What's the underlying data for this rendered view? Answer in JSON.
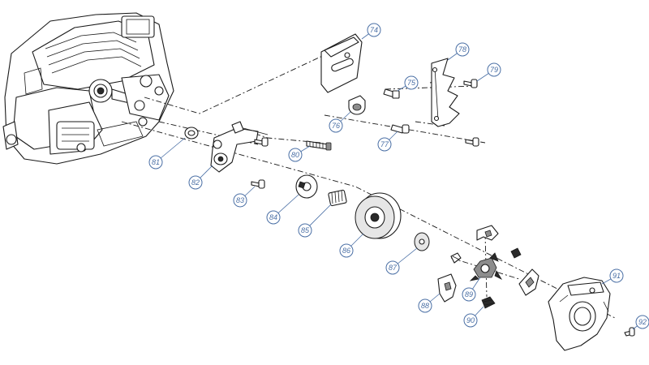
{
  "diagram": {
    "parts": [
      {
        "id": "p74",
        "label": "74",
        "icon": "chain-guide-plate"
      },
      {
        "id": "p75",
        "label": "75",
        "icon": "bolt"
      },
      {
        "id": "p76",
        "label": "76",
        "icon": "bushing"
      },
      {
        "id": "p77",
        "label": "77",
        "icon": "bolt"
      },
      {
        "id": "p78",
        "label": "78",
        "icon": "spike-bumper"
      },
      {
        "id": "p79",
        "label": "79",
        "icon": "screw"
      },
      {
        "id": "p80",
        "label": "80",
        "icon": "worm-gear"
      },
      {
        "id": "p81",
        "label": "81",
        "icon": "washer"
      },
      {
        "id": "p82",
        "label": "82",
        "icon": "oil-pump"
      },
      {
        "id": "p83",
        "label": "83",
        "icon": "screw"
      },
      {
        "id": "p84",
        "label": "84",
        "icon": "drive-plate"
      },
      {
        "id": "p85",
        "label": "85",
        "icon": "needle-bearing"
      },
      {
        "id": "p86",
        "label": "86",
        "icon": "clutch-drum"
      },
      {
        "id": "p87",
        "label": "87",
        "icon": "washer"
      },
      {
        "id": "p88",
        "label": "88",
        "icon": "clutch-shoe"
      },
      {
        "id": "p89",
        "label": "89",
        "icon": "clutch-hub"
      },
      {
        "id": "p90",
        "label": "90",
        "icon": "spring"
      },
      {
        "id": "p91",
        "label": "91",
        "icon": "clutch-cover"
      },
      {
        "id": "p92",
        "label": "92",
        "icon": "screw"
      }
    ]
  }
}
